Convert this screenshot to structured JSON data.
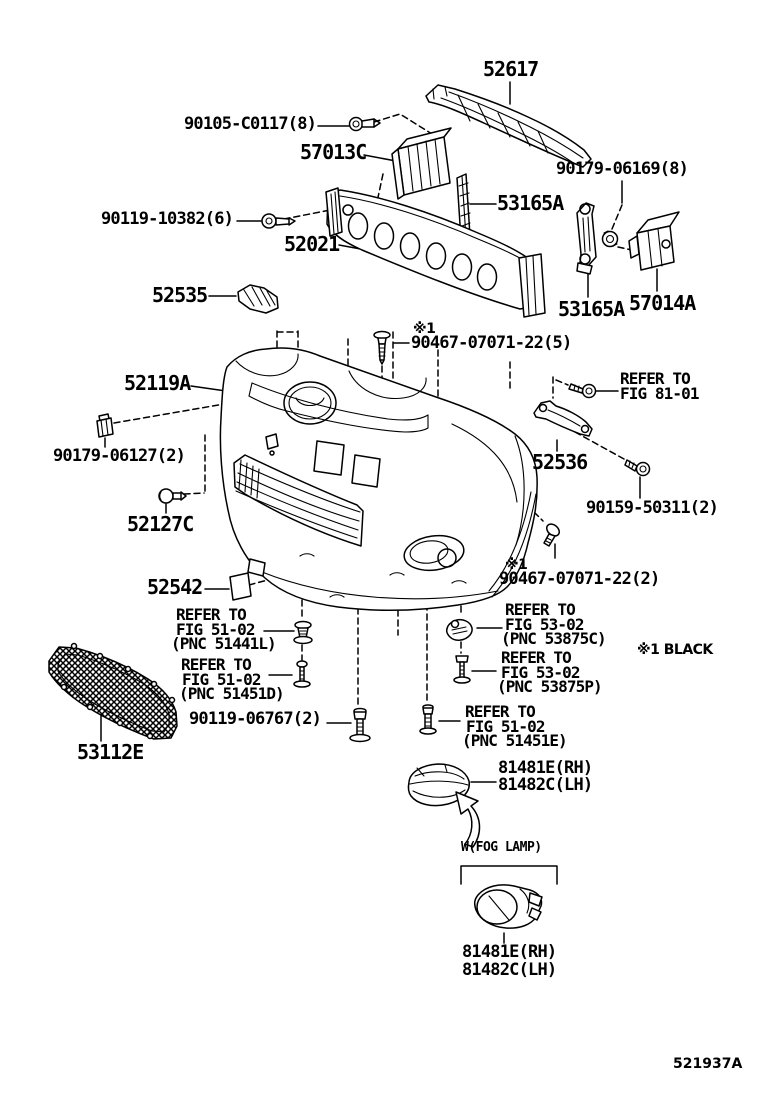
{
  "diagram": {
    "type": "exploded-parts-diagram",
    "subject": "front bumper and grille",
    "figure_code": "521937A",
    "color_note": "※1 BLACK",
    "ink_color": "#000000",
    "background_color": "#ffffff",
    "labels": [
      {
        "t": "52617"
      },
      {
        "t": "90105-C0117(8)"
      },
      {
        "t": "57013C"
      },
      {
        "t": "90179-06169(8)"
      },
      {
        "t": "53165A"
      },
      {
        "t": "90119-10382(6)"
      },
      {
        "t": "52021"
      },
      {
        "t": "52535"
      },
      {
        "t": "53165A"
      },
      {
        "t": "57014A"
      },
      {
        "t": "※1"
      },
      {
        "t": "90467-07071-22(5)"
      },
      {
        "t": "52119A"
      },
      {
        "t": "REFER TO"
      },
      {
        "t": "FIG 81-01"
      },
      {
        "t": "90179-06127(2)"
      },
      {
        "t": "52536"
      },
      {
        "t": "90159-50311(2)"
      },
      {
        "t": "52127C"
      },
      {
        "t": "52542"
      },
      {
        "t": "※1"
      },
      {
        "t": "90467-07071-22(2)"
      },
      {
        "t": "REFER TO"
      },
      {
        "t": "FIG 51-02"
      },
      {
        "t": "(PNC 51441L)"
      },
      {
        "t": "REFER TO"
      },
      {
        "t": "FIG 51-02"
      },
      {
        "t": "(PNC 51451D)"
      },
      {
        "t": "90119-06767(2)"
      },
      {
        "t": "REFER TO"
      },
      {
        "t": "FIG 53-02"
      },
      {
        "t": "(PNC 53875C)"
      },
      {
        "t": "※1 BLACK"
      },
      {
        "t": "REFER TO"
      },
      {
        "t": "FIG 53-02"
      },
      {
        "t": "(PNC 53875P)"
      },
      {
        "t": "REFER TO"
      },
      {
        "t": "FIG 51-02"
      },
      {
        "t": "(PNC 51451E)"
      },
      {
        "t": "53112E"
      },
      {
        "t": "81481E(RH)"
      },
      {
        "t": "81482C(LH)"
      },
      {
        "t": "W(FOG LAMP)"
      },
      {
        "t": "81481E(RH)"
      },
      {
        "t": "81482C(LH)"
      },
      {
        "t": "521937A"
      }
    ]
  }
}
